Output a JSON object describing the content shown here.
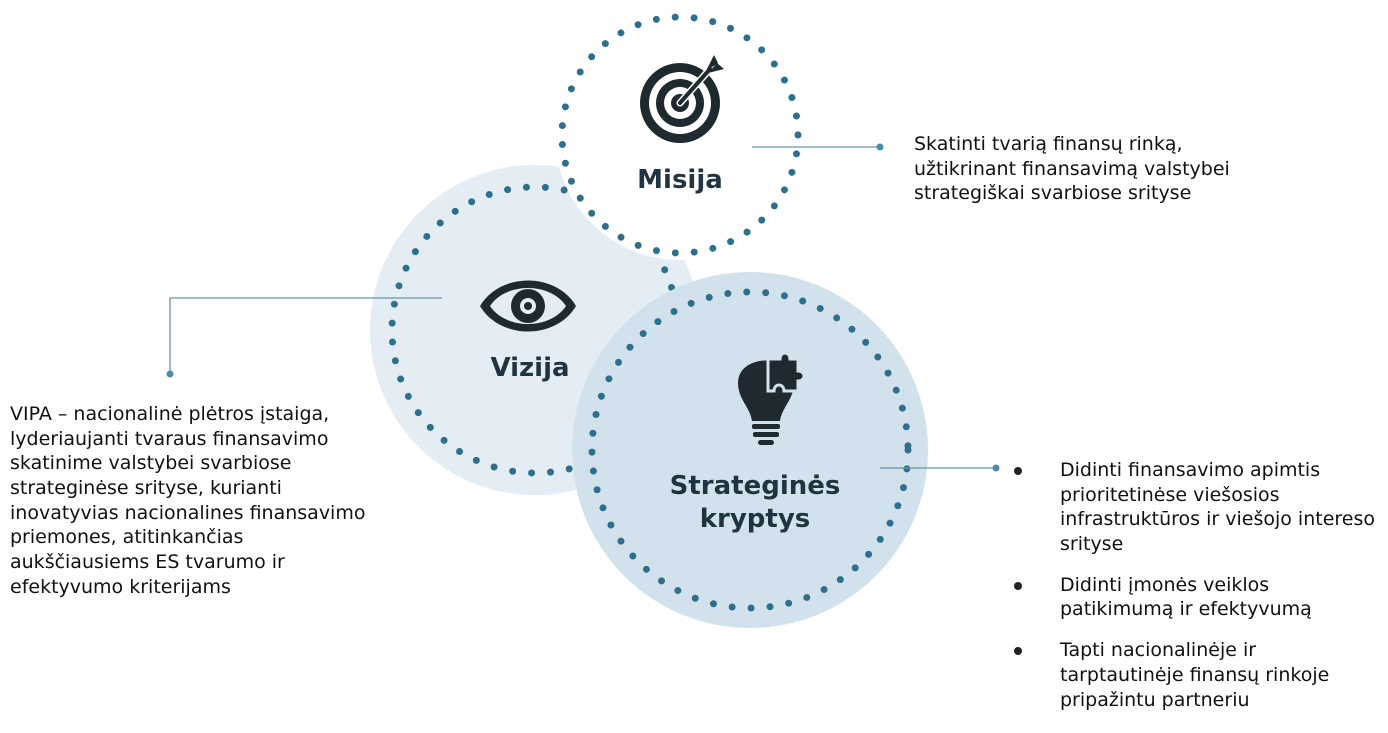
{
  "colors": {
    "dot_border": "#2e6f8e",
    "fill_light": "#e3edf3",
    "fill_medium": "#d2e2ec",
    "connector": "#6b93a8",
    "icon": "#1f2a30"
  },
  "nodes": {
    "misija": {
      "label": "Misija",
      "icon": "target-icon",
      "description": "Skatinti tvarią finansų rinką, užtikrinant finansavimą valstybei strategiškai svarbiose srityse"
    },
    "vizija": {
      "label": "Vizija",
      "icon": "eye-icon",
      "description": "VIPA – nacionalinė plėtros įstaiga, lyderiaujanti tvaraus finansavimo skatinime valstybei svarbiose strateginėse srityse, kurianti inovatyvias nacionalines finansavimo priemones, atitinkančias aukščiausiems ES tvarumo ir efektyvumo kriterijams"
    },
    "kryptys": {
      "label": "Strateginės kryptys",
      "icon": "lightbulb-puzzle-icon",
      "items": [
        "Didinti finansavimo apimtis prioritetinėse viešosios infrastruktūros ir viešojo intereso srityse",
        "Didinti įmonės veiklos patikimumą ir efektyvumą",
        "Tapti nacionalinėje ir tarptautinėje finansų rinkoje pripažintu partneriu"
      ]
    }
  }
}
